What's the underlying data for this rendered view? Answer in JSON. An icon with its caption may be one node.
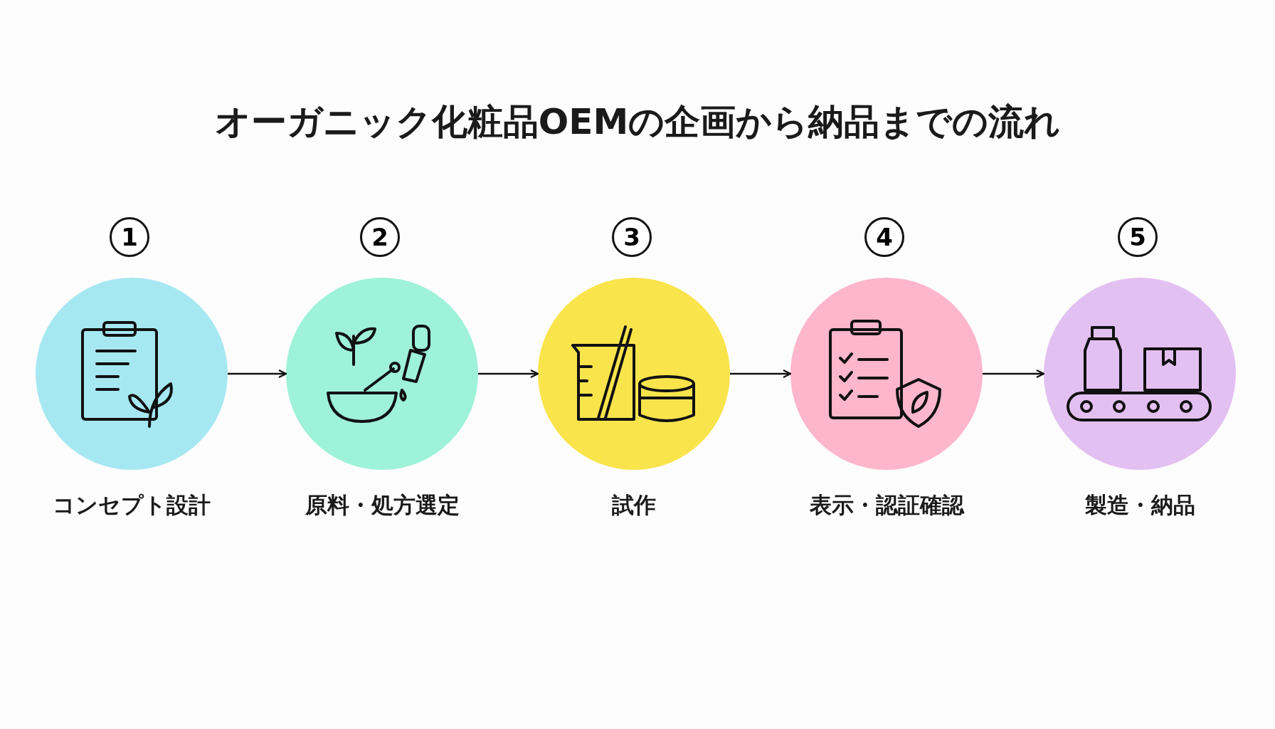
{
  "diagram": {
    "title": "オーガニック化粧品OEMの企画から納品までの流れ",
    "nodes": [
      {
        "text": [
          "1",
          "コンセプト設計"
        ]
      },
      {
        "text": [
          "2",
          "原料・処方選定"
        ]
      },
      {
        "text": [
          "3",
          "試作"
        ]
      },
      {
        "text": [
          "4",
          "表示・認証確認"
        ]
      },
      {
        "text": [
          "5",
          "製造・納品"
        ]
      }
    ],
    "edges": [
      {
        "from": 0,
        "to": 1,
        "arrow": "to"
      },
      {
        "from": 1,
        "to": 2,
        "arrow": "to"
      },
      {
        "from": 2,
        "to": 3,
        "arrow": "to"
      },
      {
        "from": 3,
        "to": 4,
        "arrow": "to"
      }
    ]
  }
}
